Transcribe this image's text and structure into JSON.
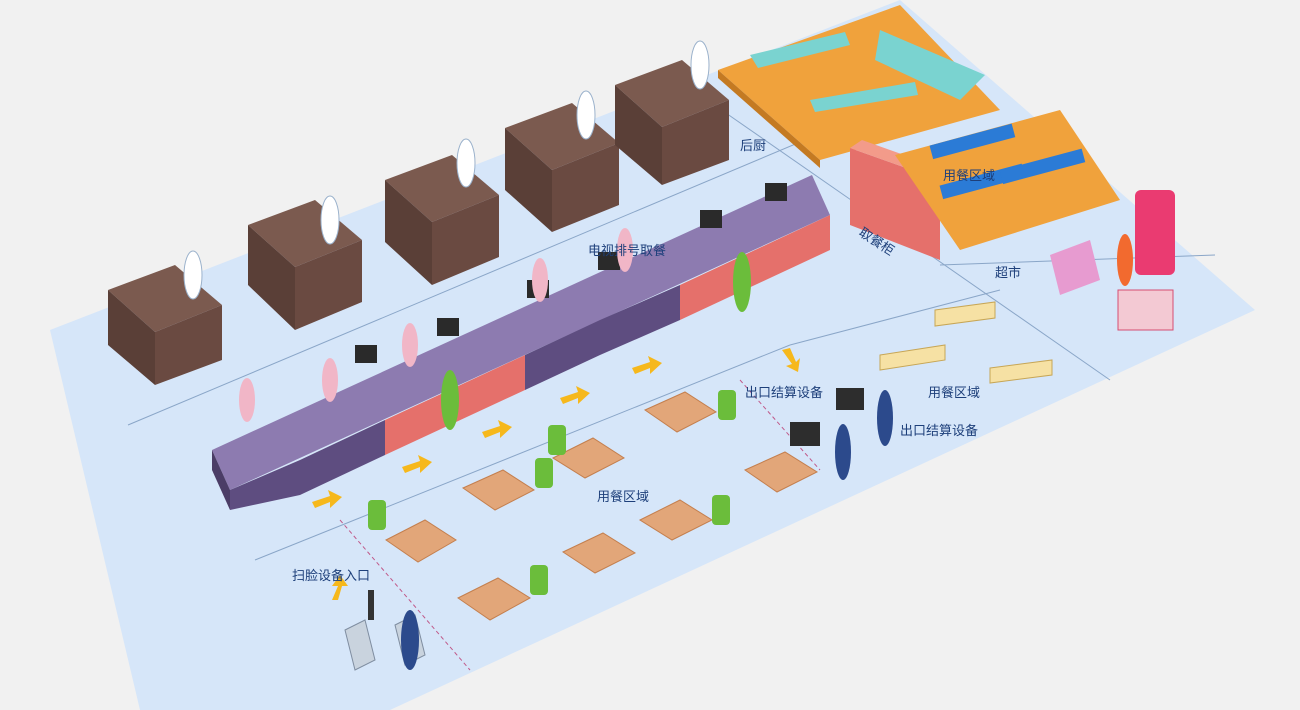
{
  "labels": {
    "back_kitchen": "后厨",
    "tv_queue": "电视排号取餐",
    "pickup_cabinet": "取餐柜",
    "dining_area_top": "用餐区域",
    "supermarket": "超市",
    "dining_area_right": "用餐区域",
    "exit_checkout_1": "出口结算设备",
    "exit_checkout_2": "出口结算设备",
    "dining_area_main": "用餐区域",
    "face_scan_entrance": "扫脸设备入口"
  },
  "colors": {
    "floor": "#d6e6f9",
    "counter_dark": "#6a4a41",
    "counter_purple": "#6c5a8c",
    "counter_coral": "#e5706b",
    "arrow": "#f6b81c",
    "table": "#e2a679",
    "seat": "#6bbd3b",
    "orange_floor": "#f0a23c",
    "label": "#1d3f7a"
  }
}
